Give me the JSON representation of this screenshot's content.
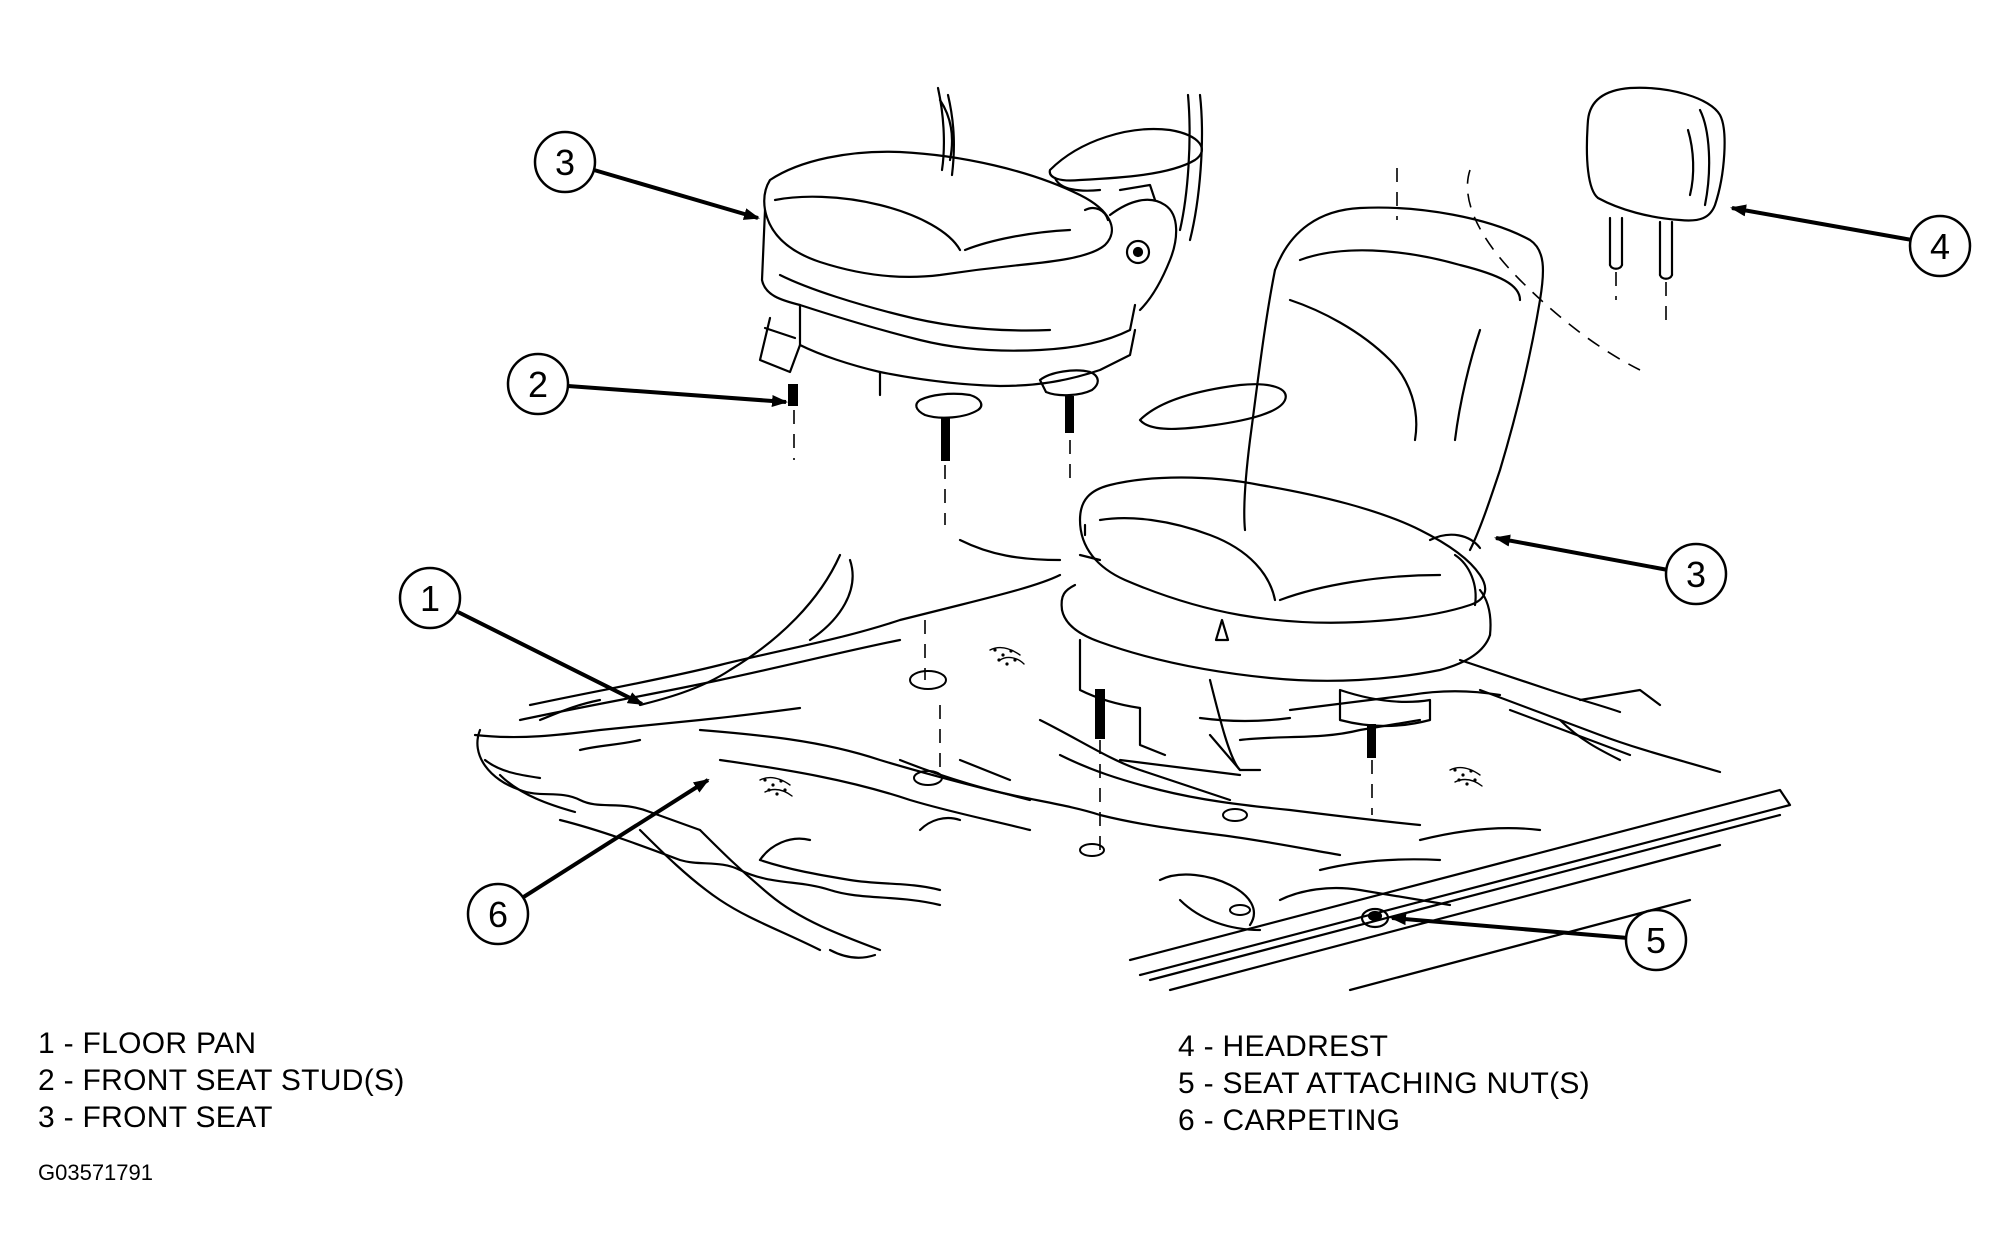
{
  "callouts": [
    {
      "id": "1",
      "label": "1"
    },
    {
      "id": "2",
      "label": "2"
    },
    {
      "id": "3a",
      "label": "3"
    },
    {
      "id": "3b",
      "label": "3"
    },
    {
      "id": "4",
      "label": "4"
    },
    {
      "id": "5",
      "label": "5"
    },
    {
      "id": "6",
      "label": "6"
    }
  ],
  "legend": [
    "1 - FLOOR PAN",
    "2 - FRONT SEAT STUD(S)",
    "3 - FRONT SEAT",
    "4 - HEADREST",
    "5 - SEAT ATTACHING NUT(S)",
    "6 - CARPETING"
  ],
  "figure_code": "G03571791"
}
